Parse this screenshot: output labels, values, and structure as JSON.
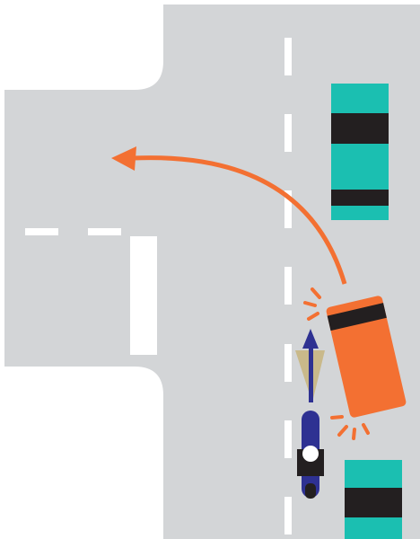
{
  "colors": {
    "background": "#ffffff",
    "road": "#d3d5d7",
    "lane_marking": "#ffffff",
    "parked_car_body": "#1bbfb1",
    "parked_car_window": "#231f20",
    "turning_car_body": "#f37032",
    "turning_car_window": "#231f20",
    "turn_path_arrow": "#f37032",
    "motorcycle_body": "#2e3192",
    "motorcycle_rider": "#231f20",
    "motorcycle_helmet": "#ffffff",
    "headlight_beam": "#c9b98a",
    "heading_arrow": "#2e3192"
  },
  "scene": {
    "intersection_type": "T-intersection",
    "vehicles": [
      {
        "name": "parked-car-upper",
        "kind": "car",
        "state": "parked"
      },
      {
        "name": "parked-car-lower",
        "kind": "car",
        "state": "parked"
      },
      {
        "name": "turning-car",
        "kind": "car",
        "state": "turning left, signaling"
      },
      {
        "name": "motorcycle",
        "kind": "motorcycle",
        "state": "proceeding straight"
      }
    ],
    "icons": [
      "turn-path-arrow-icon",
      "turn-signal-flash-icon",
      "headlight-beam-icon",
      "heading-arrow-icon"
    ]
  }
}
